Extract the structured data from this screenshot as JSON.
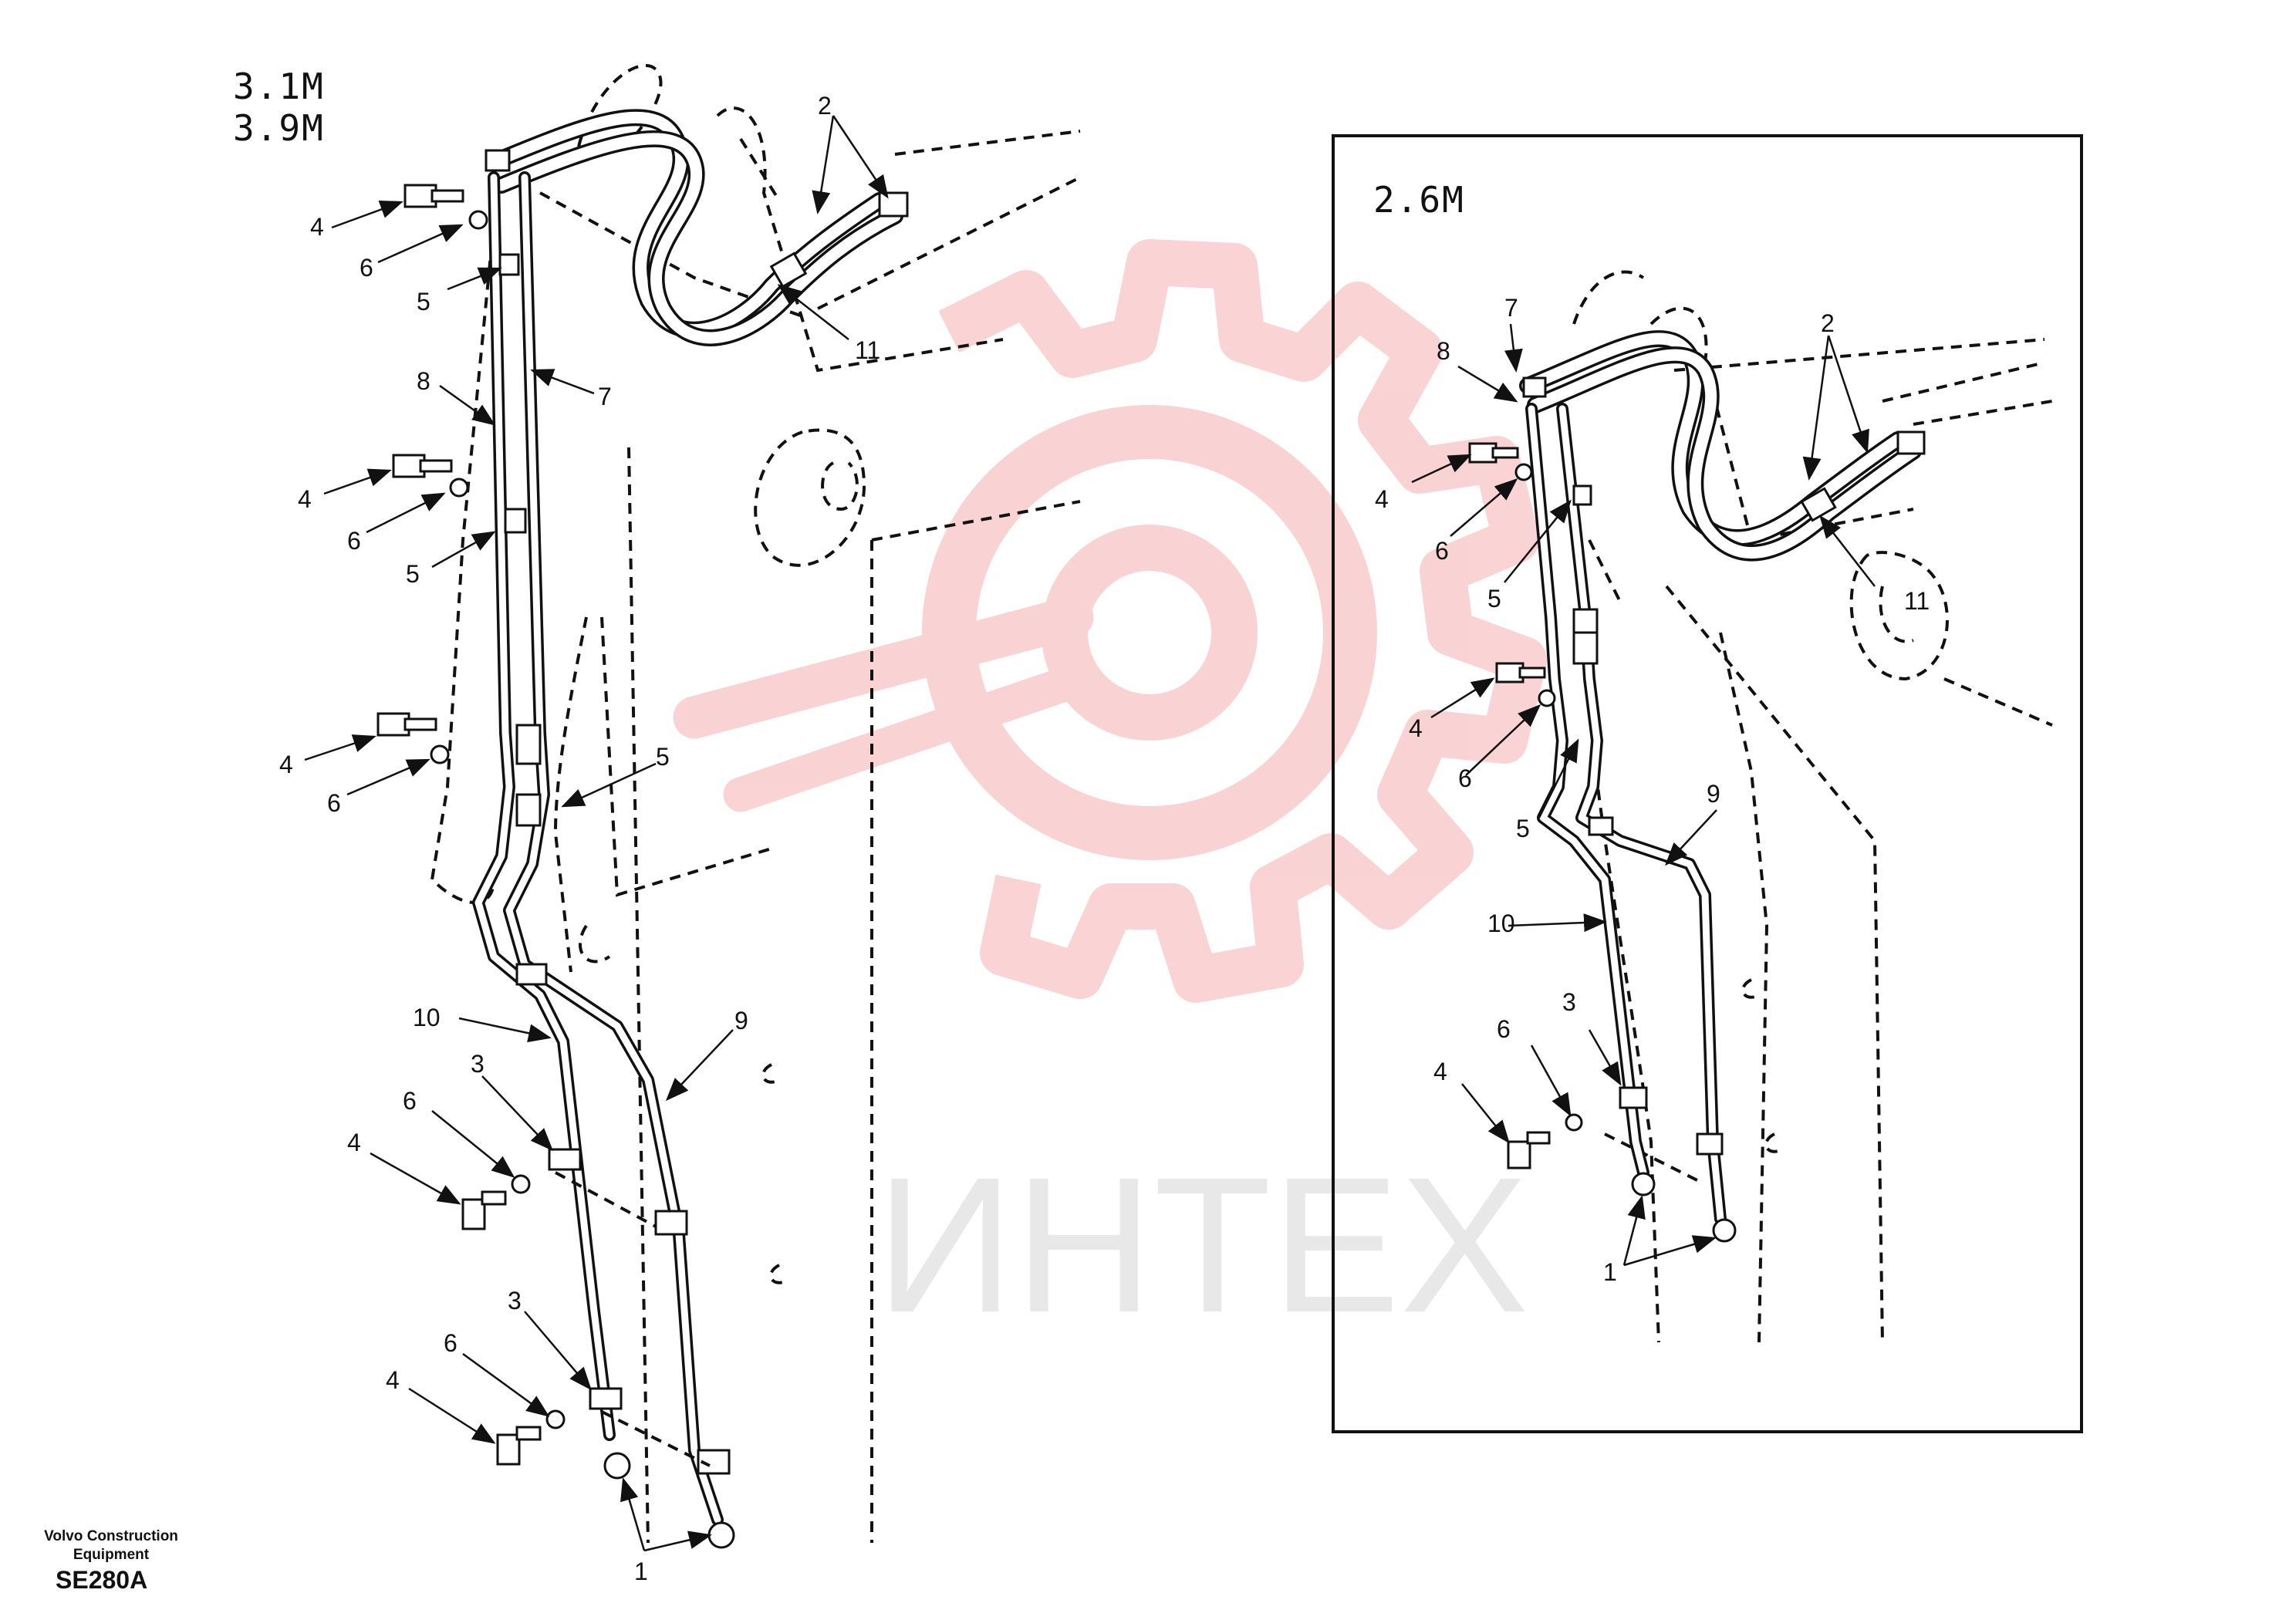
{
  "variants": {
    "main_a": "3.1M",
    "main_b": "3.9M",
    "inset": "2.6M"
  },
  "callouts": {
    "c1": "1",
    "c2": "2",
    "c3": "3",
    "c4": "4",
    "c5": "5",
    "c6": "6",
    "c7": "7",
    "c8": "8",
    "c9": "9",
    "c10": "10",
    "c11": "11"
  },
  "watermark": {
    "text": "ИНТЕХ",
    "color": "#f08c8c"
  },
  "footer": {
    "brand": "Volvo Construction Equipment",
    "code": "SE280A"
  }
}
